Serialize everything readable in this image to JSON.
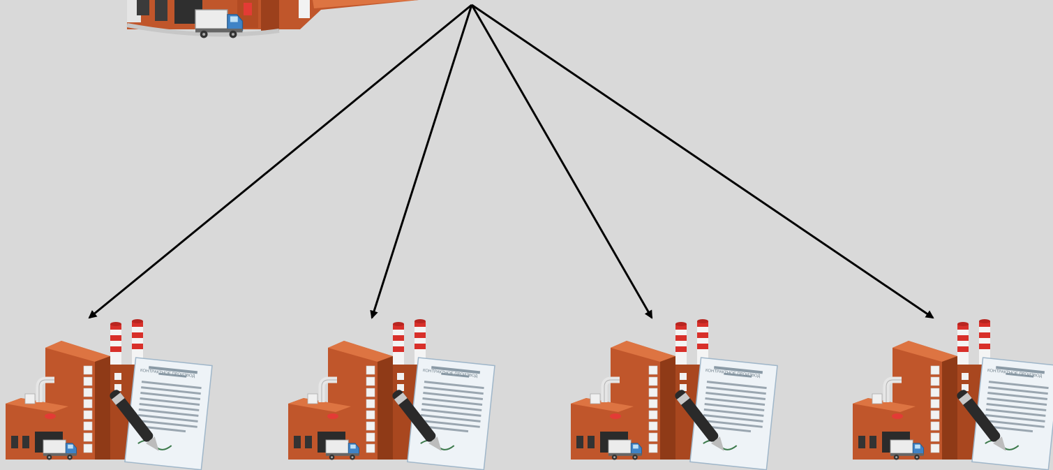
{
  "diagram": {
    "background": "#d9d9d9",
    "arrow_color": "#000000",
    "source": {
      "icon": "warehouse-with-truck-icon"
    },
    "targets": [
      {
        "icon": "factory-with-contract-icon",
        "document_heading": "КОНТРАКТНОЕ ПРОИЗВОД"
      },
      {
        "icon": "factory-with-contract-icon",
        "document_heading": "КОНТРАКТНОЕ ПРОИЗВОД"
      },
      {
        "icon": "factory-with-contract-icon",
        "document_heading": "КОНТРАКТНОЕ ПРОИЗВОД"
      },
      {
        "icon": "factory-with-contract-icon",
        "document_heading": "КОНТРАКТНОЕ ПРОИЗВОД"
      }
    ],
    "colors": {
      "brick": "#c0562b",
      "brick_dark": "#8f3a17",
      "brick_light": "#dd7442",
      "chimney_red": "#d8302a",
      "window": "#f2f2f2",
      "truck_body": "#e8e8e8",
      "truck_cab": "#3f83c6",
      "paper": "#eef3f7",
      "pen": "#2a2a2a"
    }
  }
}
